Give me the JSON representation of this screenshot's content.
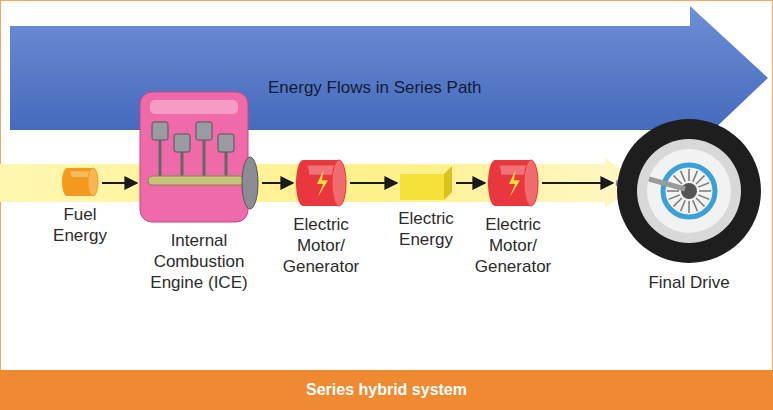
{
  "diagram": {
    "caption": "Series hybrid system",
    "nodes": [
      {
        "text": [
          "Energy Flows in Series Path"
        ]
      },
      {
        "text": [
          "Fuel Energy"
        ]
      },
      {
        "text": [
          "Internal Combustion Engine (ICE)"
        ]
      },
      {
        "text": [
          "Electric Motor/ Generator"
        ]
      },
      {
        "text": [
          "Electric Energy"
        ]
      },
      {
        "text": [
          "Electric Motor/ Generator"
        ]
      },
      {
        "text": [
          "Final Drive"
        ]
      }
    ],
    "edges": [
      {
        "from": 1,
        "to": 2,
        "arrow": "to"
      },
      {
        "from": 2,
        "to": 3,
        "arrow": "to"
      },
      {
        "from": 3,
        "to": 4,
        "arrow": "to"
      },
      {
        "from": 4,
        "to": 5,
        "arrow": "to"
      },
      {
        "from": 5,
        "to": 6,
        "arrow": "to"
      }
    ]
  }
}
